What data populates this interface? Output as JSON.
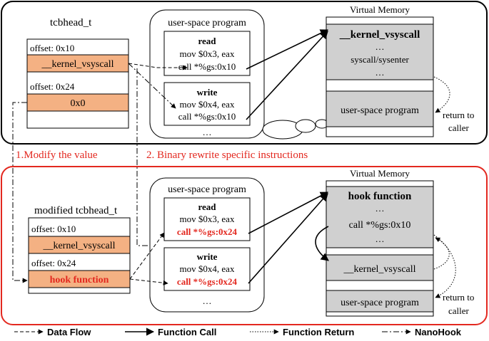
{
  "top": {
    "tcb_title": "tcbhead_t",
    "offset1": "offset: 0x10",
    "slot1": "__kernel_vsyscall",
    "offset2": "offset: 0x24",
    "slot2": "0x0",
    "program_title": "user-space program",
    "read": {
      "name": "read",
      "line1": "mov $0x3, eax",
      "line2": "call *%gs:0x10"
    },
    "write": {
      "name": "write",
      "line1": "mov $0x4, eax",
      "line2": "call *%gs:0x10"
    },
    "ellipsis": "…",
    "vm_title": "Virtual Memory",
    "vm_kernel": "__kernel_vsyscall",
    "vm_dots1": "…",
    "vm_syscall": "syscall/sysenter",
    "vm_dots2": "…",
    "vm_program": "user-space program",
    "return_label_1": "return to",
    "return_label_2": "caller"
  },
  "between": {
    "step1": "1.Modify the value",
    "step2": "2. Binary rewrite specific instructions"
  },
  "bottom": {
    "tcb_title": "modified tcbhead_t",
    "offset1": "offset: 0x10",
    "slot1": "__kernel_vsyscall",
    "offset2": "offset: 0x24",
    "slot2": "hook function",
    "program_title": "user-space program",
    "read": {
      "name": "read",
      "line1": "mov $0x3, eax",
      "line2": "call *%gs:0x24"
    },
    "write": {
      "name": "write",
      "line1": "mov $0x4, eax",
      "line2": "call *%gs:0x24"
    },
    "ellipsis": "…",
    "vm_title": "Virtual Memory",
    "vm_hook": "hook function",
    "vm_dots1": "…",
    "vm_call": "call *%gs:0x10",
    "vm_dots2": "…",
    "vm_kernel": "__kernel_vsyscall",
    "vm_program": "user-space program",
    "return_label_1": "return to",
    "return_label_2": "caller"
  },
  "legend": {
    "data_flow": "Data Flow",
    "function_call": "Function Call",
    "function_return": "Function Return",
    "nanohook": "NanoHook"
  },
  "colors": {
    "orange": "#f4b183",
    "gray": "#d0d0d0",
    "red": "#e3281f"
  }
}
